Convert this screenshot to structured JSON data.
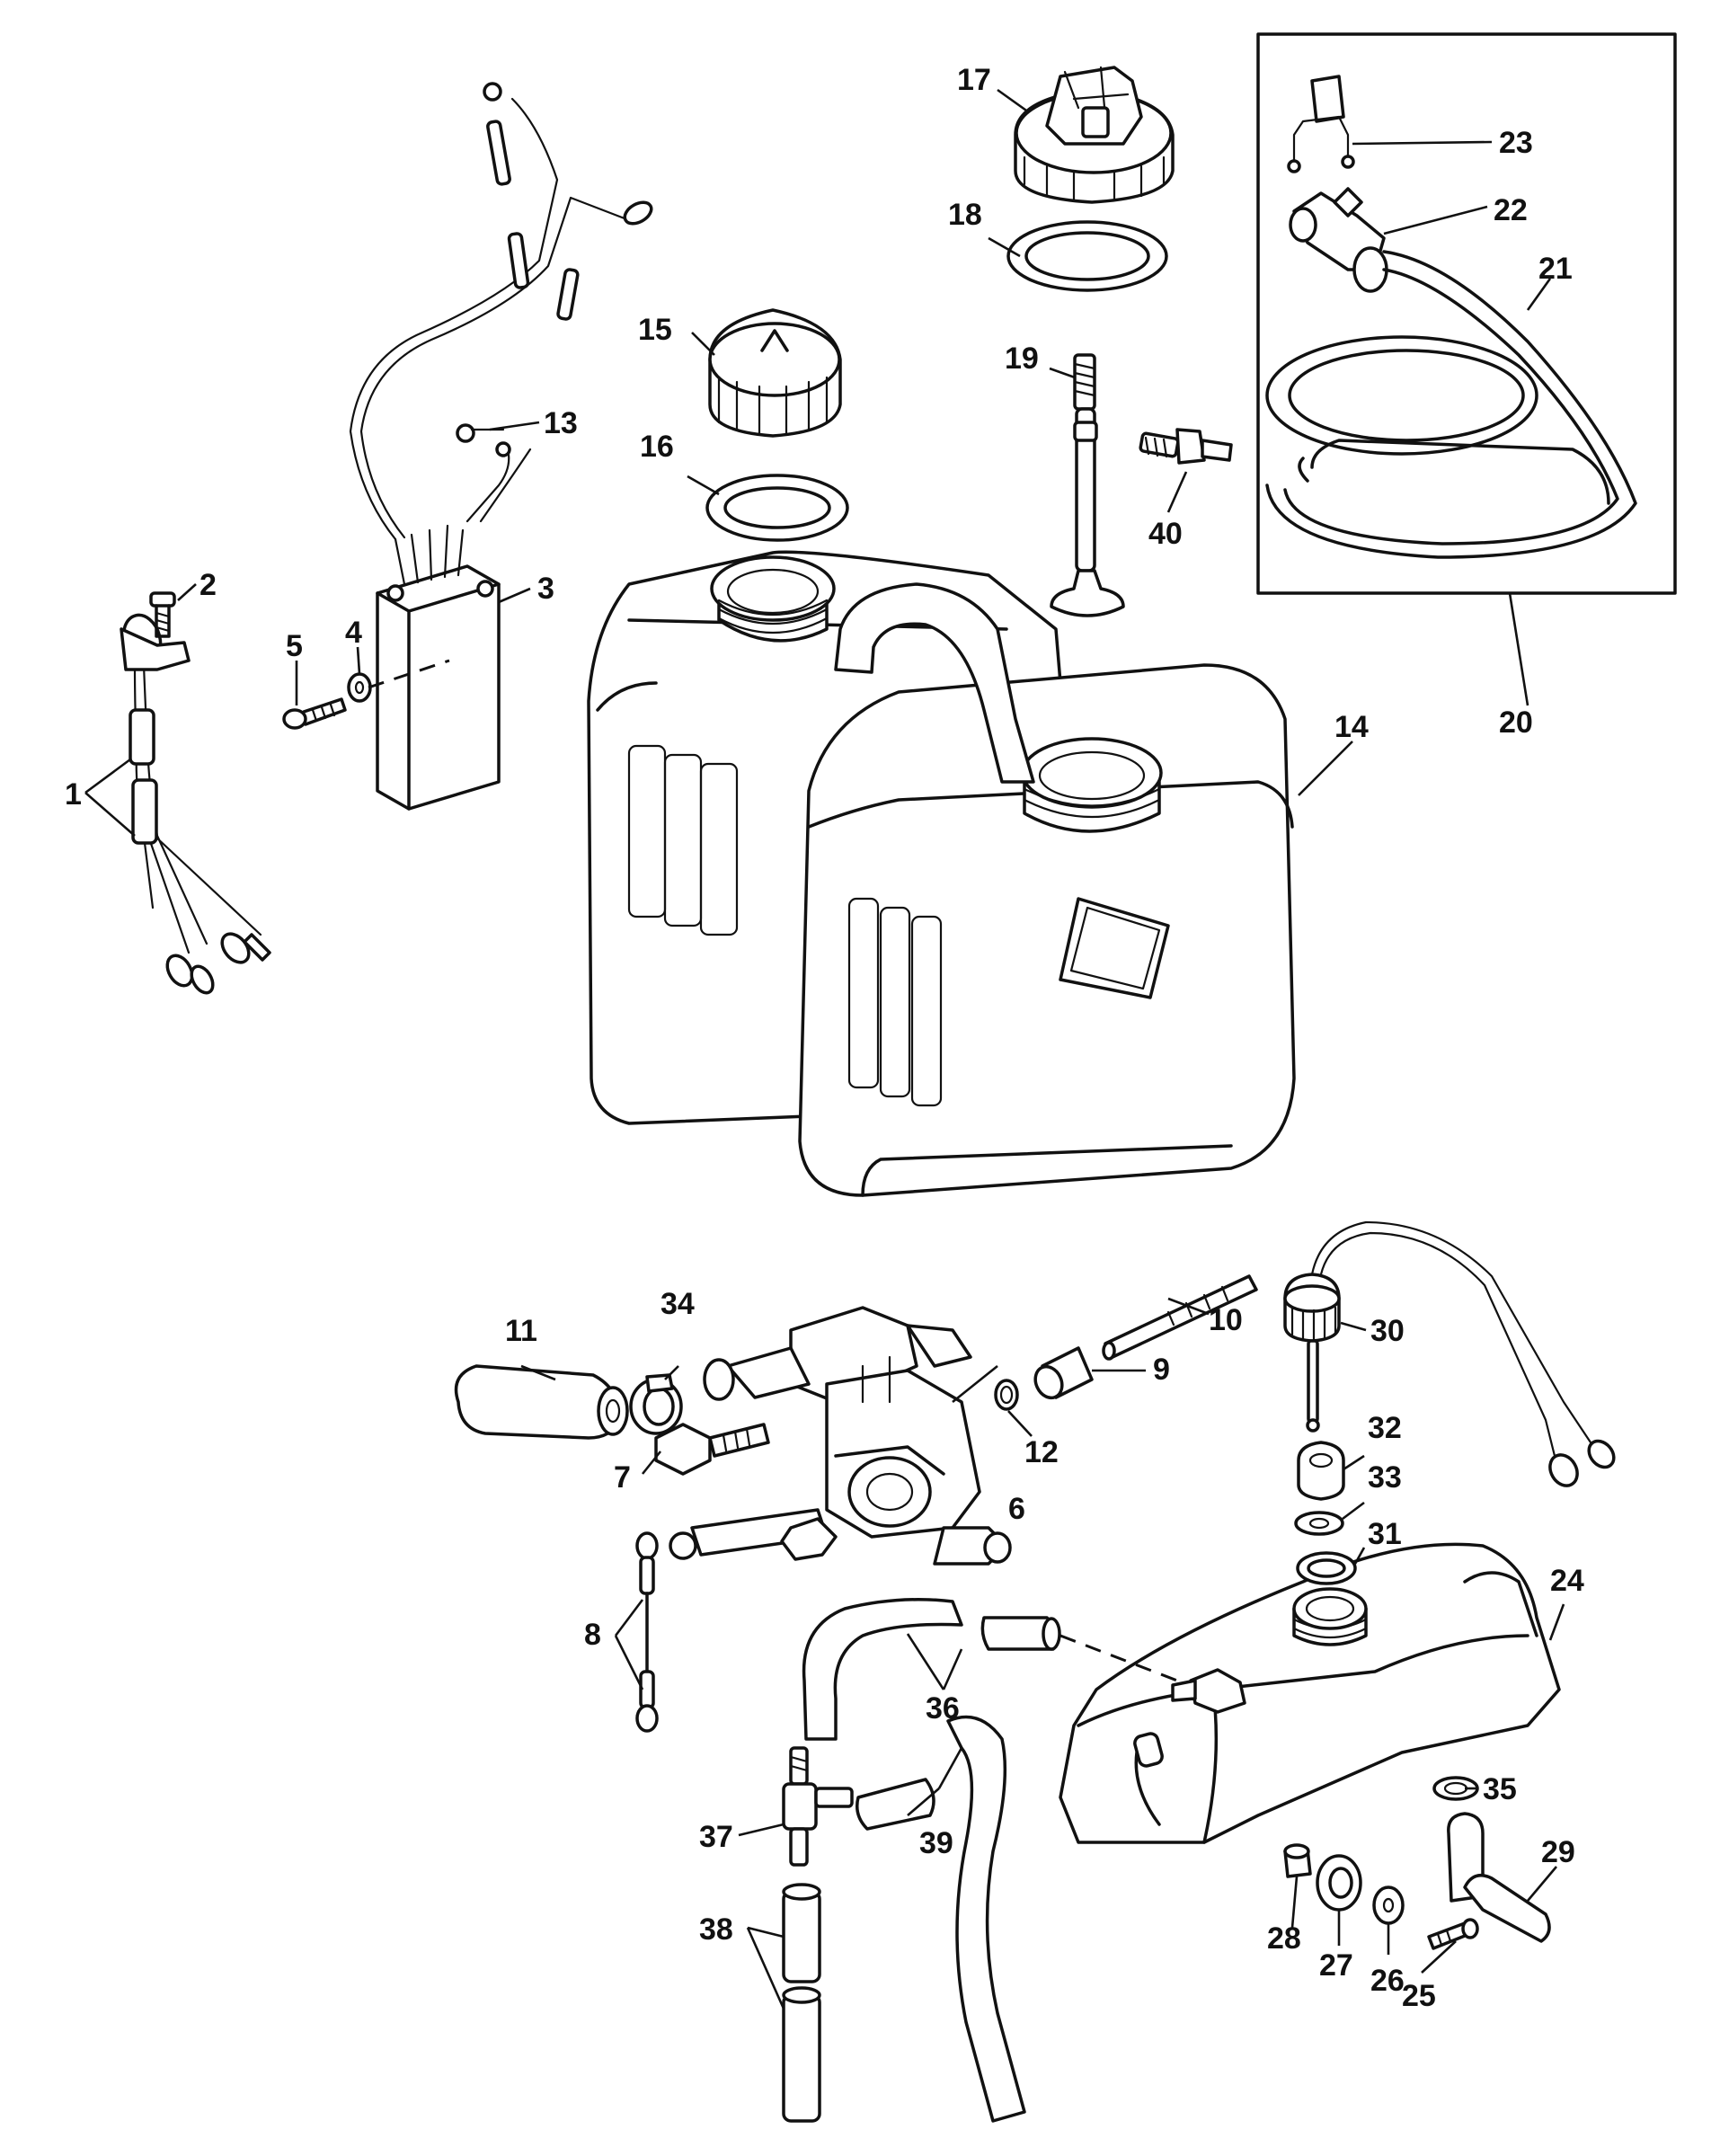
{
  "labels": {
    "1": "1",
    "2": "2",
    "3": "3",
    "4": "4",
    "5": "5",
    "6": "6",
    "7": "7",
    "8": "8",
    "9": "9",
    "10": "10",
    "11": "11",
    "12": "12",
    "13": "13",
    "14": "14",
    "15": "15",
    "16": "16",
    "17": "17",
    "18": "18",
    "19": "19",
    "20": "20",
    "21": "21",
    "22": "22",
    "23": "23",
    "24": "24",
    "25": "25",
    "26": "26",
    "27": "27",
    "28": "28",
    "29": "29",
    "30": "30",
    "31": "31",
    "32": "32",
    "33": "33",
    "34": "34",
    "35": "35",
    "36": "36",
    "37": "37",
    "38": "38",
    "39": "39",
    "40": "40"
  }
}
